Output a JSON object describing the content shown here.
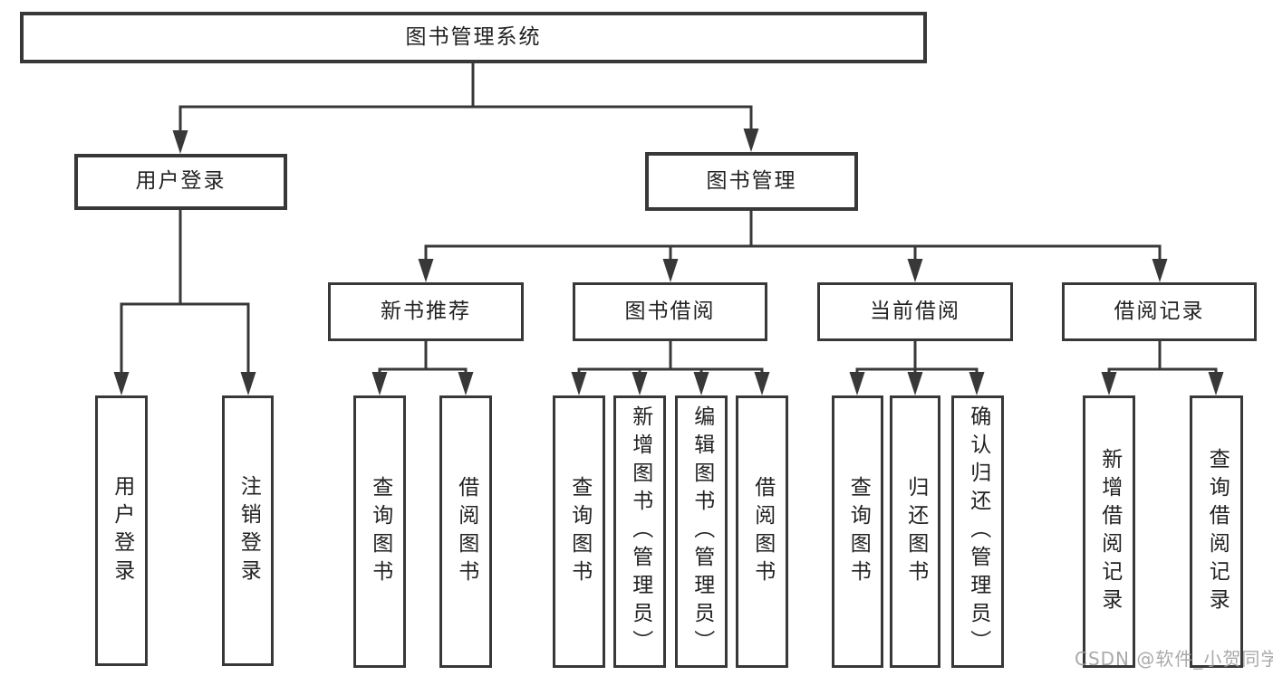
{
  "diagram_title": "图书管理系统",
  "nodes": {
    "root": {
      "label": "图书管理系统"
    },
    "user_login": {
      "label": "用户登录"
    },
    "book_mgmt": {
      "label": "图书管理"
    },
    "new_book_rec": {
      "label": "新书推荐"
    },
    "book_borrow": {
      "label": "图书借阅"
    },
    "current_borrow": {
      "label": "当前借阅"
    },
    "borrow_record": {
      "label": "借阅记录"
    },
    "leaf_user_login": {
      "label": "用户登录"
    },
    "leaf_logout": {
      "label": "注销登录"
    },
    "leaf_query_book_rec": {
      "label": "查询图书"
    },
    "leaf_borrow_book_rec": {
      "label": "借阅图书"
    },
    "leaf_query_book_borrow": {
      "label": "查询图书"
    },
    "leaf_add_book_admin": {
      "label": "新增图书（管理员）"
    },
    "leaf_edit_book_admin": {
      "label": "编辑图书（管理员）"
    },
    "leaf_borrow_book_borrow": {
      "label": "借阅图书"
    },
    "leaf_query_book_current": {
      "label": "查询图书"
    },
    "leaf_return_book": {
      "label": "归还图书"
    },
    "leaf_confirm_return_admin": {
      "label": "确认归还（管理员）"
    },
    "leaf_add_borrow_record": {
      "label": "新增借阅记录"
    },
    "leaf_query_borrow_record": {
      "label": "查询借阅记录"
    }
  },
  "edges": [
    [
      "root",
      "user_login"
    ],
    [
      "root",
      "book_mgmt"
    ],
    [
      "user_login",
      "leaf_user_login"
    ],
    [
      "user_login",
      "leaf_logout"
    ],
    [
      "book_mgmt",
      "new_book_rec"
    ],
    [
      "book_mgmt",
      "book_borrow"
    ],
    [
      "book_mgmt",
      "current_borrow"
    ],
    [
      "book_mgmt",
      "borrow_record"
    ],
    [
      "new_book_rec",
      "leaf_query_book_rec"
    ],
    [
      "new_book_rec",
      "leaf_borrow_book_rec"
    ],
    [
      "book_borrow",
      "leaf_query_book_borrow"
    ],
    [
      "book_borrow",
      "leaf_add_book_admin"
    ],
    [
      "book_borrow",
      "leaf_edit_book_admin"
    ],
    [
      "book_borrow",
      "leaf_borrow_book_borrow"
    ],
    [
      "current_borrow",
      "leaf_query_book_current"
    ],
    [
      "current_borrow",
      "leaf_return_book"
    ],
    [
      "current_borrow",
      "leaf_confirm_return_admin"
    ],
    [
      "borrow_record",
      "leaf_add_borrow_record"
    ],
    [
      "borrow_record",
      "leaf_query_borrow_record"
    ]
  ],
  "watermark": "CSDN @软件_小贺同学",
  "colors": {
    "line": "#383838",
    "box_border": "#383838",
    "text": "#222222",
    "box_background": "#ffffff",
    "page_background": "#ffffff",
    "watermark": "#9e9e9e"
  }
}
